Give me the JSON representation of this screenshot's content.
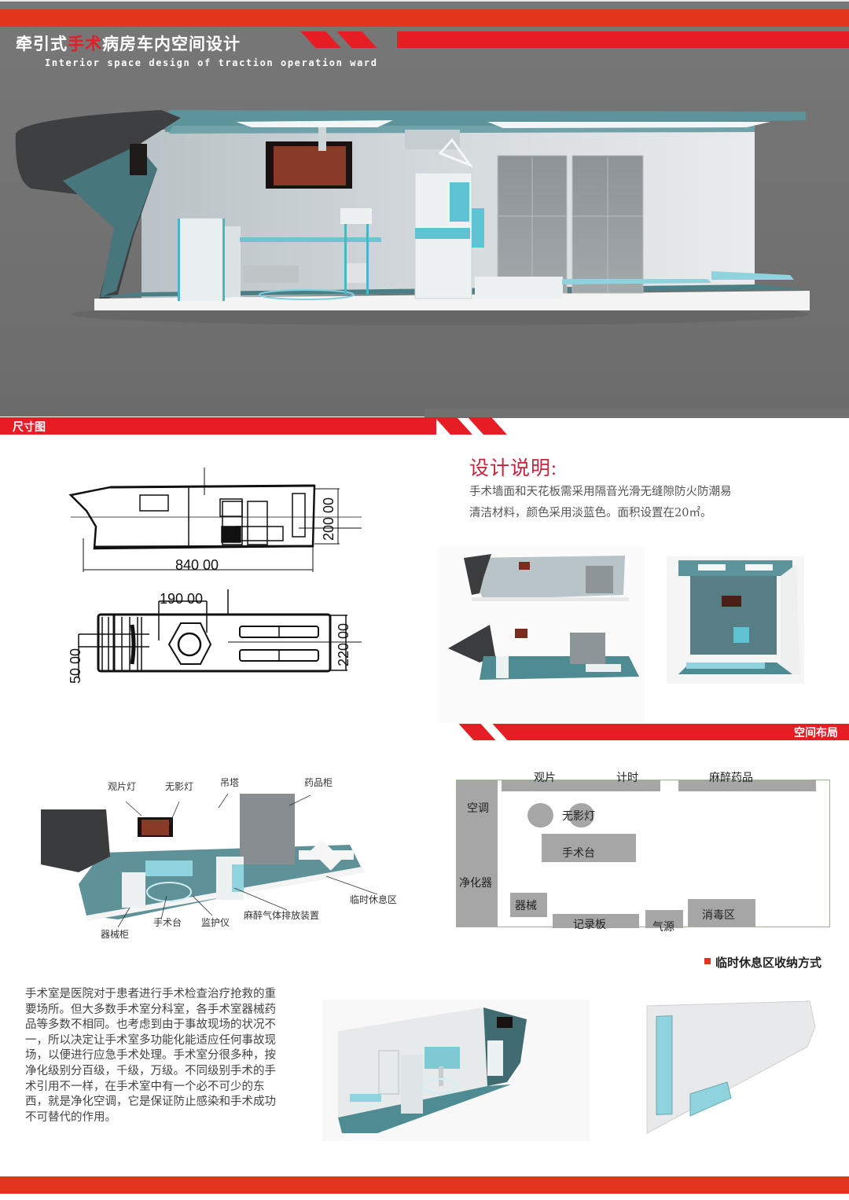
{
  "header": {
    "title_prefix": "牵引式",
    "title_highlight": "手术",
    "title_suffix": "病房车内空间设计",
    "subtitle_en": "Interior space design of traction operation ward"
  },
  "sections": {
    "dimensions_label": "尺寸图",
    "layout_label": "空间布局",
    "storage_label": "临时休息区收纳方式"
  },
  "dimensions": {
    "length": "840 00",
    "height": "200 00",
    "bay_width": "190 00",
    "width": "220 00",
    "offset": "50 00"
  },
  "design_notes": {
    "title": "设计说明:",
    "line1": "手术墙面和天花板需采用隔音光滑无缝隙防火防潮易",
    "line2": "清洁材料，颜色采用淡蓝色。面积设置在20㎡。"
  },
  "labeled_render": {
    "labels": {
      "viewer_light": "观片灯",
      "shadowless_lamp": "无影灯",
      "pendant": "吊塔",
      "medicine_cabinet": "药品柜",
      "rest_area": "临时休息区",
      "anesthesia_exhaust": "麻醉气体排放装置",
      "monitor": "监护仪",
      "operating_table": "手术台",
      "instrument_cabinet": "器械柜"
    }
  },
  "floor_plan": {
    "top_labels": [
      "观片",
      "计时",
      "麻醉药品"
    ],
    "ac": "空调",
    "purifier": "净化器",
    "lamp": "无影灯",
    "table": "手术台",
    "instruments": "器械",
    "record_board": "记录板",
    "gas_source": "气源",
    "disinfection": "消毒区"
  },
  "body_text": "手术室是医院对于患者进行手术检查治疗抢救的重要场所。但大多数手术室分科室，各手术室器械药品等多数不相同。也考虑到由于事故现场的状况不一，所以决定让手术室多功能化能适应任何事故现场，以便进行应急手术处理。手术室分很多种，按净化级别分百级，千级，万级。不同级别手术的手术引用不一样，在手术室中有一个必不可少的东西，就是净化空调，它是保证防止感染和手术成功不可替代的作用。",
  "colors": {
    "brand_red": "#e61d25",
    "brand_orange": "#e3341c",
    "teal": "#4e8a93",
    "aqua": "#7fd0dc",
    "hero_grey": "#737373"
  }
}
